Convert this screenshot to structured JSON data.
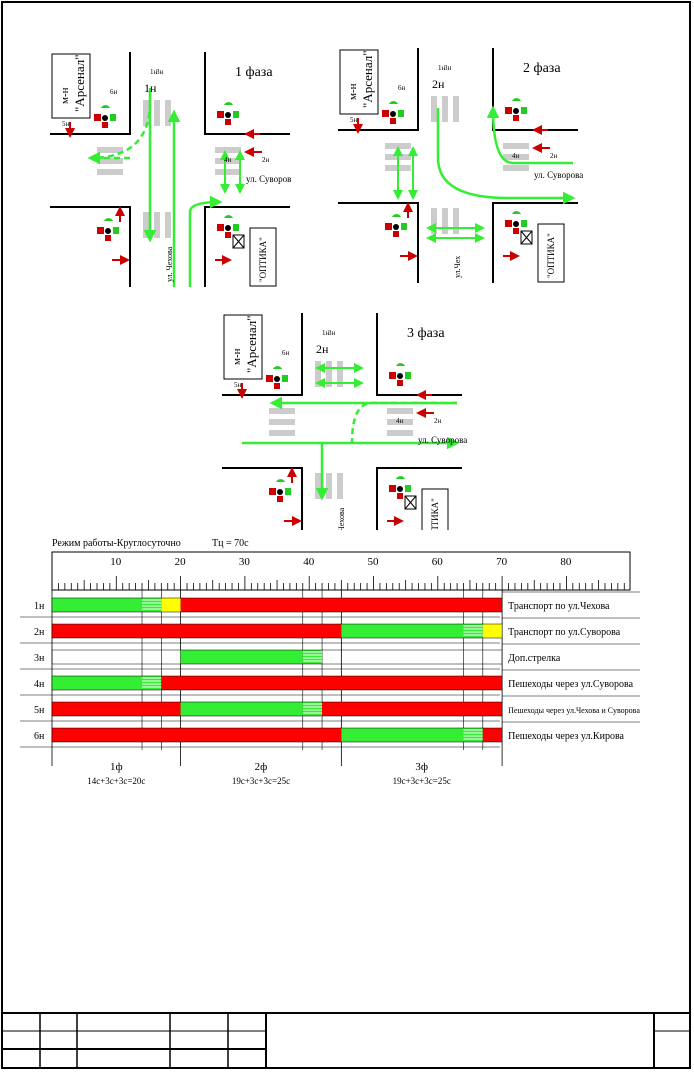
{
  "phases": [
    {
      "title": "1 фаза",
      "district": "м-н",
      "arsenal": "\"Арсенал\"",
      "optika": "\"ОПТИКА\"",
      "street_suvorov": "ул. Суворов",
      "street_chekhov": "ул. Чехова",
      "strong_label": "1н"
    },
    {
      "title": "2 фаза",
      "district": "м-н",
      "arsenal": "\"Арсенал\"",
      "optika": "\"ОПТИКА\"",
      "street_suvorov": "ул. Суворова",
      "street_chekhov": "ул.Чех",
      "strong_label": "2н"
    },
    {
      "title": "3 фаза",
      "district": "м-н",
      "arsenal": "\"Арсенал\"",
      "optika": "\"ОПТИКА\"",
      "street_suvorov": "ул. Суворова",
      "street_chekhov": "ул. Чехова",
      "strong_label": "2н"
    }
  ],
  "intersection_labels": {
    "l1n": "1н",
    "l2n": "2н",
    "l3n": "3н",
    "l4n": "4н",
    "l5n": "5н",
    "l6n": "6н"
  },
  "timing": {
    "mode": "Режим работы-Круглосуточно",
    "cycle": "Тц = 70с",
    "scale_ticks": [
      "10",
      "20",
      "30",
      "40",
      "50",
      "60",
      "70",
      "80"
    ],
    "rows": [
      {
        "id": "1н",
        "desc": "Транспорт по ул.Чехова",
        "segments": [
          [
            0,
            14,
            "green"
          ],
          [
            14,
            17,
            "stripe"
          ],
          [
            17,
            20,
            "yellow"
          ],
          [
            20,
            70,
            "red"
          ]
        ]
      },
      {
        "id": "2н",
        "desc": "Транспорт по ул.Суворова",
        "segments": [
          [
            0,
            45,
            "red"
          ],
          [
            45,
            64,
            "green"
          ],
          [
            64,
            67,
            "stripe"
          ],
          [
            67,
            70,
            "yellow"
          ]
        ]
      },
      {
        "id": "3н",
        "desc": "Доп.стрелка",
        "segments": [
          [
            20,
            39,
            "green"
          ],
          [
            39,
            42,
            "stripe"
          ]
        ]
      },
      {
        "id": "4н",
        "desc": "Пешеходы через ул.Суворова",
        "segments": [
          [
            0,
            14,
            "green"
          ],
          [
            14,
            17,
            "stripe"
          ],
          [
            17,
            70,
            "red"
          ]
        ]
      },
      {
        "id": "5н",
        "desc": "Пешеходы через ул.Чехова и Суворова",
        "segments": [
          [
            0,
            20,
            "red"
          ],
          [
            20,
            39,
            "green"
          ],
          [
            39,
            42,
            "stripe"
          ],
          [
            42,
            70,
            "red"
          ]
        ]
      },
      {
        "id": "6н",
        "desc": "Пешеходы через ул.Кирова",
        "segments": [
          [
            0,
            45,
            "red"
          ],
          [
            45,
            64,
            "green"
          ],
          [
            64,
            67,
            "stripe"
          ],
          [
            67,
            70,
            "red"
          ]
        ]
      }
    ],
    "phase_names": [
      "1ф",
      "2ф",
      "3ф"
    ],
    "phase_formulas": [
      "14с+3с+3с=20с",
      "19с+3с+3с=25с",
      "19с+3с+3с=25с"
    ]
  },
  "colors": {
    "green": "#33ee33",
    "red": "#ff0000",
    "yellow": "#ffff00",
    "dark_red": "#cc0000",
    "gray": "#cccccc"
  }
}
